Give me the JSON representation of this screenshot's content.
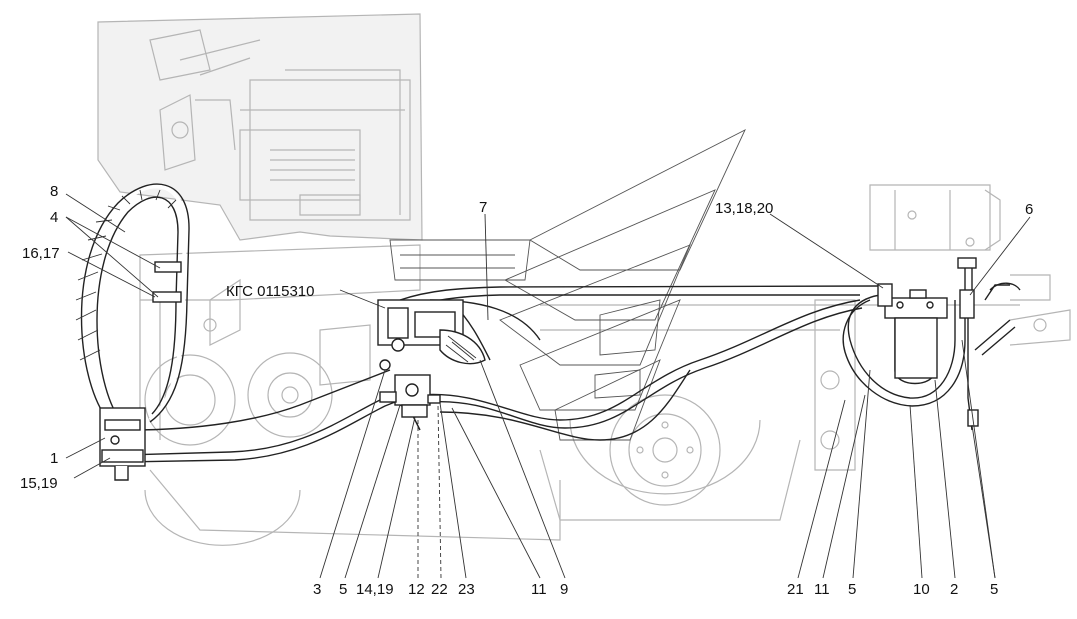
{
  "drawing_ref": "КГС 0115310",
  "callouts": {
    "c8": "8",
    "c4": "4",
    "c16_17": "16,17",
    "c1": "1",
    "c15_19": "15,19",
    "c7": "7",
    "c13_18_20": "13,18,20",
    "c6": "6",
    "b3": "3",
    "b5a": "5",
    "b14_19": "14,19",
    "b12": "12",
    "b22": "22",
    "b23": "23",
    "b11a": "11",
    "b9": "9",
    "b21": "21",
    "b11b": "11",
    "b5b": "5",
    "b10": "10",
    "b2": "2",
    "b5c": "5"
  }
}
